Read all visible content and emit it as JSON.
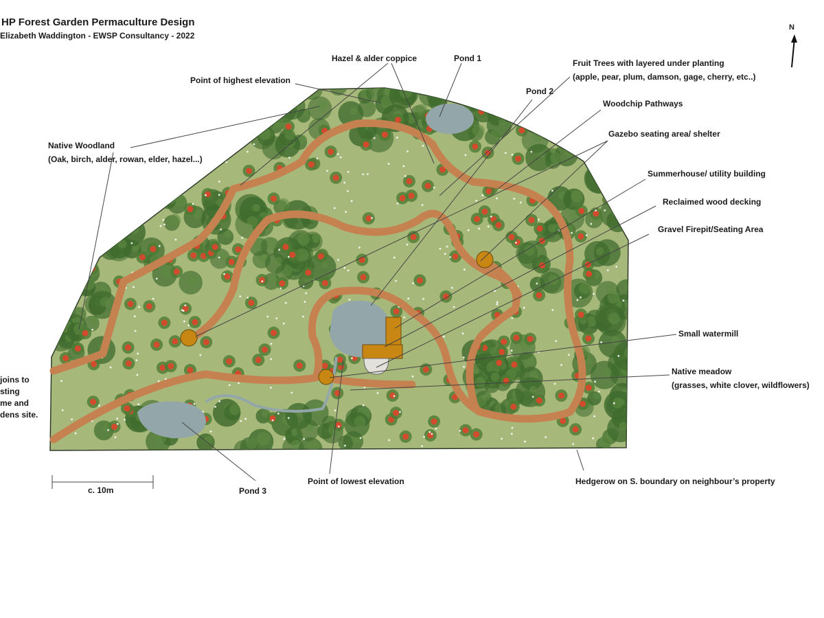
{
  "title": "HP Forest Garden Permaculture Design",
  "subtitle": "Elizabeth Waddington - EWSP Consultancy - 2022",
  "north": "N",
  "colors": {
    "grass": "#a7b97a",
    "path": "#c58250",
    "pond": "#93a7aa",
    "woodland": "#3f6b2e",
    "fruit": "#d8482c",
    "building": "#c88613",
    "boundary": "#2f3a2a"
  },
  "labels": {
    "hazel_coppice": "Hazel & alder coppice",
    "pond1": "Pond 1",
    "highest": "Point of highest elevation",
    "fruit_line1": "Fruit Trees with layered under planting",
    "fruit_line2": "(apple, pear, plum, damson, gage, cherry, etc..)",
    "pond2": "Pond 2",
    "woodchip": "Woodchip Pathways",
    "gazebo": "Gazebo seating area/ shelter",
    "woodland_line1": "Native Woodland",
    "woodland_line2": "(Oak, birch, alder, rowan, elder, hazel...)",
    "summerhouse": "Summerhouse/ utility building",
    "decking": "Reclaimed wood decking",
    "firepit": "Gravel Firepit/Seating Area",
    "watermill": "Small watermill",
    "meadow_line1": "Native meadow",
    "meadow_line2": "(grasses, white clover, wildflowers)",
    "joins_line1": "joins to",
    "joins_line2": "sting",
    "joins_line3": "me and",
    "joins_line4": "dens site.",
    "lowest": "Point of lowest elevation",
    "pond3": "Pond 3",
    "hedgerow": "Hedgerow on S. boundary on neighbour’s property",
    "scale": "c. 10m"
  }
}
